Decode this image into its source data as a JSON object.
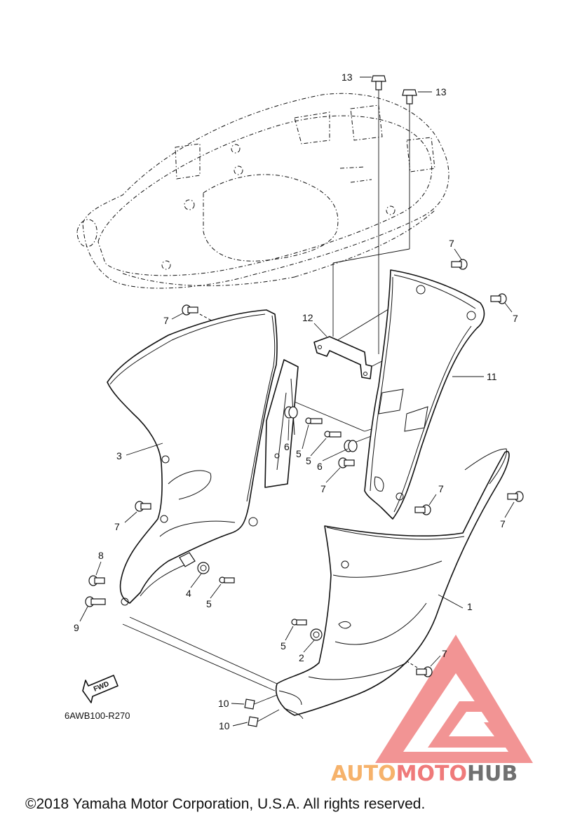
{
  "callouts": [
    {
      "id": "c13a",
      "text": "13"
    },
    {
      "id": "c13b",
      "text": "13"
    },
    {
      "id": "c7a",
      "text": "7"
    },
    {
      "id": "c7b",
      "text": "7"
    },
    {
      "id": "c7c",
      "text": "7"
    },
    {
      "id": "c12",
      "text": "12"
    },
    {
      "id": "c11",
      "text": "11"
    },
    {
      "id": "c3",
      "text": "3"
    },
    {
      "id": "c6a",
      "text": "6"
    },
    {
      "id": "c5a",
      "text": "5"
    },
    {
      "id": "c5b",
      "text": "5"
    },
    {
      "id": "c6b",
      "text": "6"
    },
    {
      "id": "c7d",
      "text": "7"
    },
    {
      "id": "c7e",
      "text": "7"
    },
    {
      "id": "c7f",
      "text": "7"
    },
    {
      "id": "c7g",
      "text": "7"
    },
    {
      "id": "c8",
      "text": "8"
    },
    {
      "id": "c4",
      "text": "4"
    },
    {
      "id": "c5c",
      "text": "5"
    },
    {
      "id": "c1",
      "text": "1"
    },
    {
      "id": "c9",
      "text": "9"
    },
    {
      "id": "c5d",
      "text": "5"
    },
    {
      "id": "c2",
      "text": "2"
    },
    {
      "id": "c7h",
      "text": "7"
    },
    {
      "id": "c10a",
      "text": "10"
    },
    {
      "id": "c10b",
      "text": "10"
    }
  ],
  "fwd_label": "FWD",
  "diagram_code": "6AWB100-R270",
  "copyright": "©2018 Yamaha Motor Corporation, U.S.A. All rights reserved.",
  "watermark": {
    "part1": "AUTO",
    "part2": "MOTO",
    "part3": "HUB",
    "color_orange": "#f6b26b",
    "color_red": "#ef6f6f",
    "color_gray": "#666666"
  }
}
